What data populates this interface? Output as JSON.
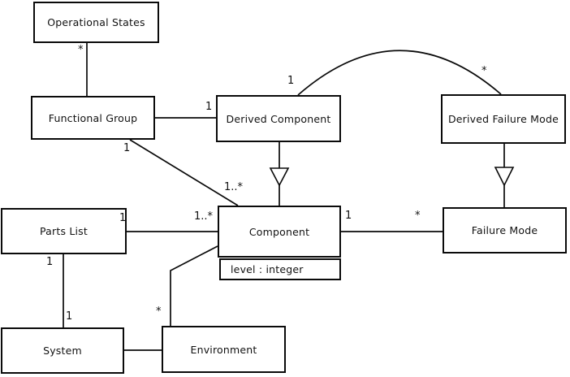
{
  "diagram": {
    "type": "uml-class-diagram",
    "background_color": "#ffffff",
    "line_color": "#0a0a0a",
    "nodes": {
      "operational_states": {
        "label": "Operational States"
      },
      "functional_group": {
        "label": "Functional Group"
      },
      "derived_component": {
        "label": "Derived Component"
      },
      "derived_failure_mode": {
        "label": "Derived Failure Mode"
      },
      "parts_list": {
        "label": "Parts List"
      },
      "component": {
        "label": "Component",
        "attributes": [
          "level : integer"
        ]
      },
      "failure_mode": {
        "label": "Failure Mode"
      },
      "system": {
        "label": "System"
      },
      "environment": {
        "label": "Environment"
      }
    },
    "edges": [
      {
        "id": "functional_group-operational_states",
        "type": "association",
        "multiplicities": {
          "operational_states": "*"
        }
      },
      {
        "id": "functional_group-derived_component",
        "type": "association",
        "multiplicities": {
          "derived_component": "1"
        }
      },
      {
        "id": "functional_group-component",
        "type": "association",
        "multiplicities": {
          "functional_group": "1",
          "component": "1..*"
        }
      },
      {
        "id": "derived_component-component",
        "type": "generalization"
      },
      {
        "id": "derived_component-derived_failure_mode",
        "type": "association-arc",
        "multiplicities": {
          "derived_component": "1",
          "derived_failure_mode": "*"
        }
      },
      {
        "id": "derived_failure_mode-failure_mode",
        "type": "generalization"
      },
      {
        "id": "parts_list-component",
        "type": "association",
        "multiplicities": {
          "parts_list": "1",
          "component": "1..*"
        }
      },
      {
        "id": "component-failure_mode",
        "type": "association",
        "multiplicities": {
          "component": "1",
          "failure_mode": "*"
        }
      },
      {
        "id": "parts_list-system",
        "type": "association",
        "multiplicities": {
          "parts_list": "1",
          "system": "1"
        }
      },
      {
        "id": "system-environment",
        "type": "association"
      },
      {
        "id": "environment-component",
        "type": "association",
        "multiplicities": {
          "environment": "*"
        }
      }
    ]
  }
}
